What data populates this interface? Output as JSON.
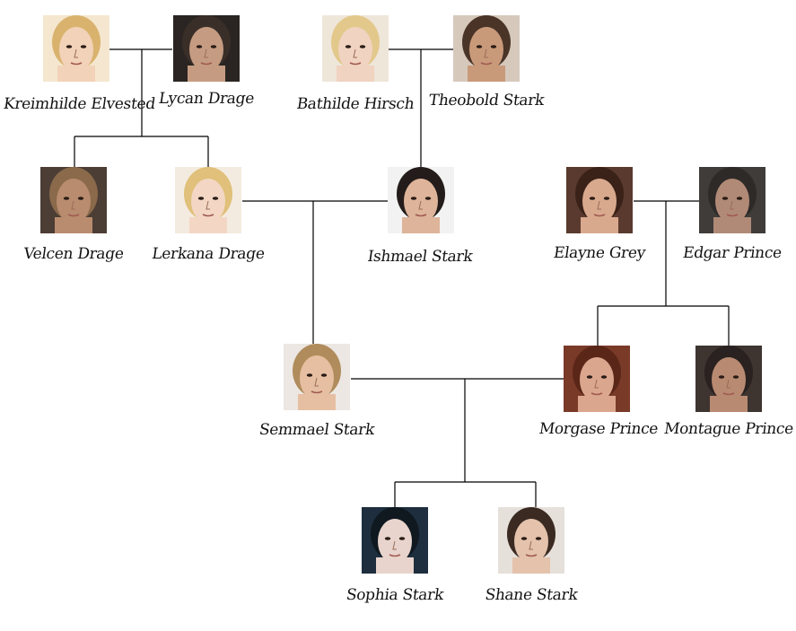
{
  "people": [
    {
      "id": "kreimhilde",
      "name": "Kreimhilde Elvested",
      "hair": "#d9b36e",
      "skin": "#f2d2b8",
      "bg": "#f5e7cf"
    },
    {
      "id": "lycan",
      "name": "Lycan Drage",
      "hair": "#3a2f28",
      "skin": "#c59c82",
      "bg": "#2a2522"
    },
    {
      "id": "bathilde",
      "name": "Bathilde Hirsch",
      "hair": "#e3c88c",
      "skin": "#f0d3c0",
      "bg": "#efe6da"
    },
    {
      "id": "theobold",
      "name": "Theobold Stark",
      "hair": "#4a3428",
      "skin": "#c99a7a",
      "bg": "#d6c9bc"
    },
    {
      "id": "velcen",
      "name": "Velcen Drage",
      "hair": "#8a6a4a",
      "skin": "#b98c6f",
      "bg": "#4c3d35"
    },
    {
      "id": "lerkana",
      "name": "Lerkana Drage",
      "hair": "#e0c07a",
      "skin": "#f3d7c4",
      "bg": "#f4ebe0"
    },
    {
      "id": "ishmael",
      "name": "Ishmael Stark",
      "hair": "#231c1a",
      "skin": "#deb49a",
      "bg": "#f2f2f2"
    },
    {
      "id": "elayne",
      "name": "Elayne Grey",
      "hair": "#3a2218",
      "skin": "#d9a98e",
      "bg": "#5a3a2e"
    },
    {
      "id": "edgar",
      "name": "Edgar Prince",
      "hair": "#2e2a28",
      "skin": "#b08a76",
      "bg": "#3f3c3a"
    },
    {
      "id": "semmael",
      "name": "Semmael Stark",
      "hair": "#b08c5c",
      "skin": "#e6bfa2",
      "bg": "#ece7e2"
    },
    {
      "id": "morgase",
      "name": "Morgase Prince",
      "hair": "#5a2618",
      "skin": "#dba68e",
      "bg": "#7a3a28"
    },
    {
      "id": "montague",
      "name": "Montague Prince",
      "hair": "#2a2220",
      "skin": "#b98a72",
      "bg": "#3e3430"
    },
    {
      "id": "sophia",
      "name": "Sophia Stark",
      "hair": "#101820",
      "skin": "#e8d4cc",
      "bg": "#1e2e3e"
    },
    {
      "id": "shane",
      "name": "Shane Stark",
      "hair": "#3b2a22",
      "skin": "#e4c2ac",
      "bg": "#e6e0da"
    }
  ]
}
